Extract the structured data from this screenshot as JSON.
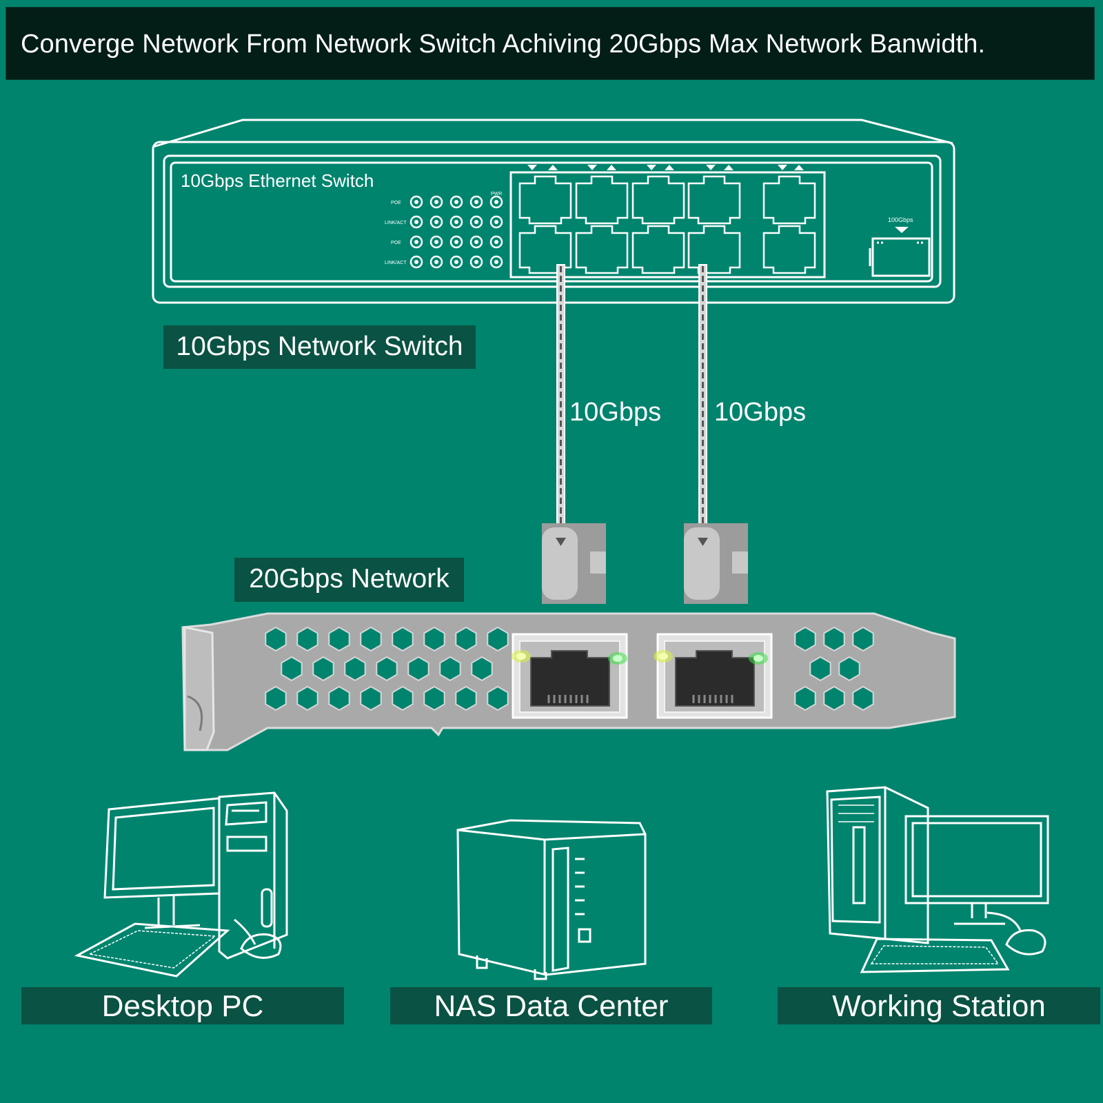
{
  "header": {
    "title": "Converge Network From Network Switch Achiving 20Gbps Max Network Banwidth."
  },
  "switch": {
    "panel_label": "10Gbps Ethernet Switch",
    "caption": "10Gbps Network Switch",
    "led_row_labels": [
      "POE",
      "LINK/ACT",
      "POE",
      "LINK/ACT"
    ],
    "pwr_label": "PWR",
    "sfp_label": "100Gbps"
  },
  "links": [
    {
      "speed": "10Gbps"
    },
    {
      "speed": "10Gbps"
    }
  ],
  "nic": {
    "caption": "20Gbps Network"
  },
  "devices": [
    {
      "label": "Desktop PC"
    },
    {
      "label": "NAS Data Center"
    },
    {
      "label": "Working Station"
    }
  ],
  "colors": {
    "background": "#00846e",
    "banner": "#031d17",
    "tag": "#0a5243",
    "line": "#ffffff",
    "led_yellow": "#d8f23a",
    "led_green": "#3fe04a"
  }
}
